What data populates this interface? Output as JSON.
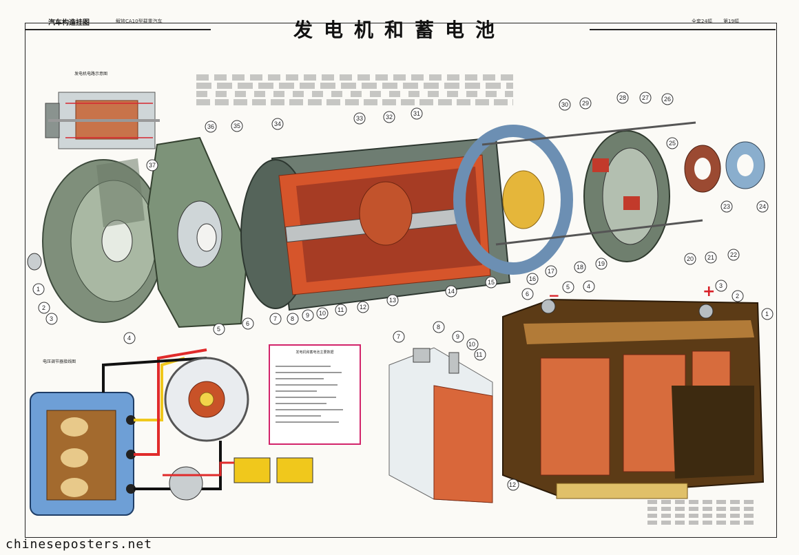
{
  "header": {
    "left_title": "汽车构造挂图",
    "left_subtitle": "解放CA10型载重汽车",
    "main_title": "发电机和蓄电池",
    "right_a": "全套24幅",
    "right_b": "第19幅"
  },
  "insets": {
    "alternator_cross_section_label": "发电机电路示意图",
    "regulator_label": "电压调节器接线图",
    "spec_box_title": "发电机和蓄电池主要数据"
  },
  "callouts": {
    "generator": [
      "1",
      "2",
      "3",
      "4",
      "5",
      "6",
      "7",
      "8",
      "9",
      "10",
      "11",
      "12",
      "13",
      "14",
      "15",
      "16",
      "17",
      "18",
      "19",
      "20",
      "21",
      "22",
      "23",
      "24",
      "25",
      "26",
      "27",
      "28",
      "29",
      "30",
      "31",
      "32",
      "33",
      "34",
      "35",
      "36",
      "37"
    ],
    "battery": [
      "1",
      "2",
      "3",
      "4",
      "5",
      "6",
      "7",
      "8",
      "9",
      "10",
      "11",
      "12"
    ]
  },
  "polarity": {
    "minus": "−",
    "plus": "+"
  },
  "watermark": "chineseposters.net"
}
